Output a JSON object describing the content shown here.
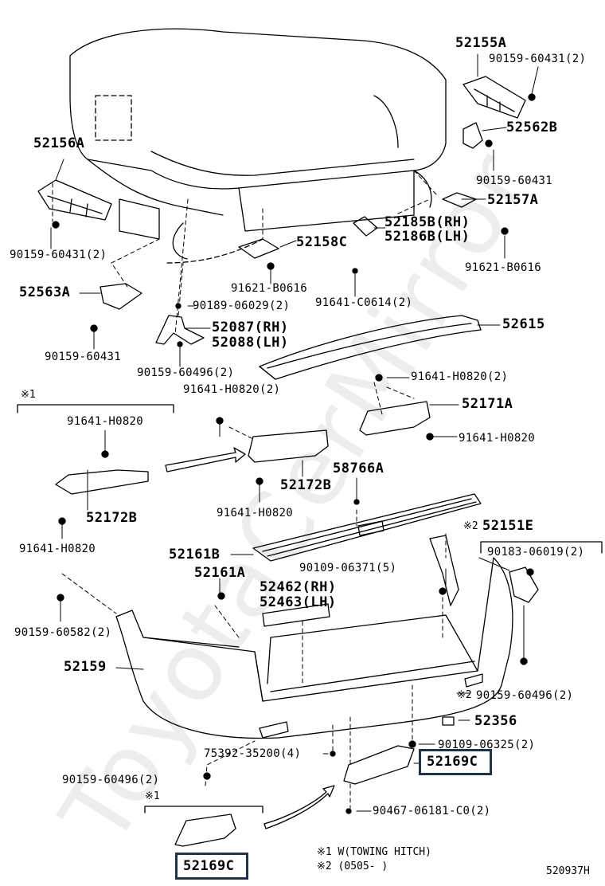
{
  "diagram_code": "520937H",
  "watermark": "ToyotaCerMirror",
  "part_numbers": {
    "p52155A": "52155A",
    "p90159_60431_2_top": "90159-60431(2)",
    "p52562B": "52562B",
    "p90159_60431_right": "90159-60431",
    "p52157A": "52157A",
    "p91621_B0616_right": "91621-B0616",
    "p52156A": "52156A",
    "p90159_60431_2_left": "90159-60431(2)",
    "p52185B": "52185B(RH)",
    "p52186B": "52186B(LH)",
    "p52158C": "52158C",
    "p91621_B0616_mid": "91621-B0616",
    "p91641_C0614_2": "91641-C0614(2)",
    "p52563A": "52563A",
    "p90189_06029_2": "90189-06029(2)",
    "p52087": "52087(RH)",
    "p52088": "52088(LH)",
    "p52615": "52615",
    "p90159_60431_low": "90159-60431",
    "p90159_60496_2_mid": "90159-60496(2)",
    "p91641_H0820_2_right": "91641-H0820(2)",
    "p91641_H0820_2_left": "91641-H0820(2)",
    "p52171A": "52171A",
    "p91641_H0820_inset": "91641-H0820",
    "p91641_H0820_right": "91641-H0820",
    "p52172B_inset": "52172B",
    "p58766A": "58766A",
    "p52172B": "52172B",
    "p91641_H0820_center": "91641-H0820",
    "p91641_H0820_inset_bottom": "91641-H0820",
    "p52151E": "52151E",
    "p90183_06019_2": "90183-06019(2)",
    "p52161B": "52161B",
    "p90109_06371_5": "90109-06371(5)",
    "p52161A": "52161A",
    "p52462": "52462(RH)",
    "p52463": "52463(LH)",
    "p90159_60582_2": "90159-60582(2)",
    "p52159": "52159",
    "p90159_60496_2_right": "90159-60496(2)",
    "p52356": "52356",
    "p90109_06325_2": "90109-06325(2)",
    "p75392_35200_4": "75392-35200(4)",
    "p52169C_right": "52169C",
    "p90159_60496_2_left": "90159-60496(2)",
    "p90467_06181_C0_2": "90467-06181-C0(2)",
    "p52169C_inset": "52169C"
  },
  "markers": {
    "ref1_a": "※1",
    "ref1_b": "※1",
    "ref2_a": "※2",
    "ref2_b": "※2"
  },
  "legend": {
    "note1": "※1 W(TOWING HITCH)",
    "note2": "※2 (0505-        )"
  },
  "colors": {
    "line": "#000000",
    "highlight_box": "#1f3346"
  }
}
